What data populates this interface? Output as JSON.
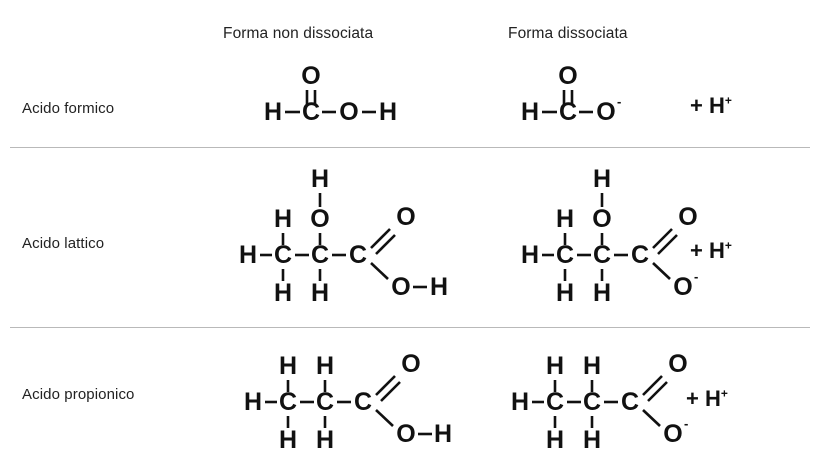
{
  "table": {
    "headers": {
      "row_label_column": "",
      "undissociated": "Forma non dissociata",
      "dissociated": "Forma dissociata"
    },
    "rows": [
      {
        "name": "Acido formico",
        "undissociated": {
          "formula": "H-C(=O)-O-H",
          "atoms": [
            "H",
            "C",
            "O",
            "O",
            "H"
          ]
        },
        "dissociated": {
          "formula": "H-C(=O)-O-",
          "atoms": [
            "H",
            "C",
            "O",
            "O"
          ],
          "charge": "-",
          "ion_plus": "+",
          "ion_atom": "H",
          "ion_charge": "+"
        }
      },
      {
        "name": "Acido lattico",
        "undissociated": {
          "formula": "H3C-CH(OH)-C(=O)-O-H",
          "atoms": [
            "H",
            "H",
            "O",
            "H",
            "H",
            "C",
            "C",
            "C",
            "O",
            "O",
            "H",
            "H",
            "H"
          ]
        },
        "dissociated": {
          "formula": "H3C-CH(OH)-C(=O)-O-",
          "atoms": [
            "H",
            "H",
            "O",
            "H",
            "H",
            "C",
            "C",
            "C",
            "O",
            "O",
            "H",
            "H"
          ],
          "charge": "-",
          "ion_plus": "+",
          "ion_atom": "H",
          "ion_charge": "+"
        }
      },
      {
        "name": "Acido propionico",
        "undissociated": {
          "formula": "H3C-CH2-C(=O)-O-H",
          "atoms": [
            "H",
            "H",
            "H",
            "C",
            "C",
            "C",
            "O",
            "O",
            "H",
            "H",
            "H"
          ]
        },
        "dissociated": {
          "formula": "H3C-CH2-C(=O)-O-",
          "atoms": [
            "H",
            "H",
            "H",
            "C",
            "C",
            "C",
            "O",
            "O",
            "H",
            "H"
          ],
          "charge": "-",
          "ion_plus": "+",
          "ion_atom": "H",
          "ion_charge": "+"
        }
      }
    ]
  },
  "atom_labels": {
    "H": "H",
    "C": "C",
    "O": "O",
    "minus": "-",
    "plus": "+"
  },
  "colors": {
    "background": "#ffffff",
    "text": "#222222",
    "structure": "#111111",
    "divider": "#b9b9b9"
  }
}
